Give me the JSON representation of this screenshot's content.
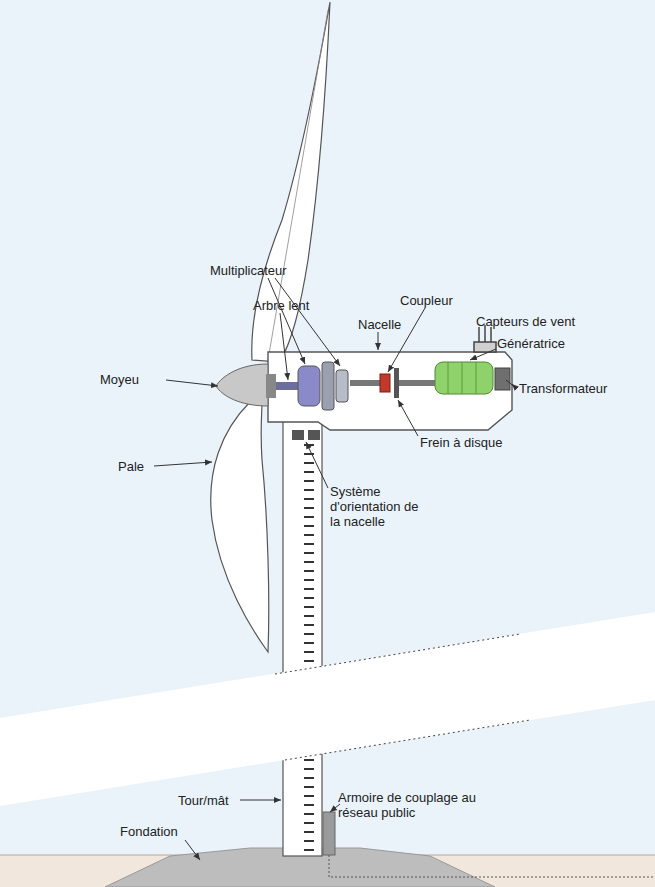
{
  "diagram": {
    "labels": [
      "Multiplicateur",
      "Arbre lent",
      "Nacelle",
      "Coupleur",
      "Capteurs de vent",
      "Génératrice",
      "Moyeu",
      "Transformateur",
      "Frein à disque",
      "Pale",
      "Système d'orientation de la nacelle",
      "Tour/mât",
      "Armoire de couplage au réseau public",
      "Fondation"
    ]
  }
}
